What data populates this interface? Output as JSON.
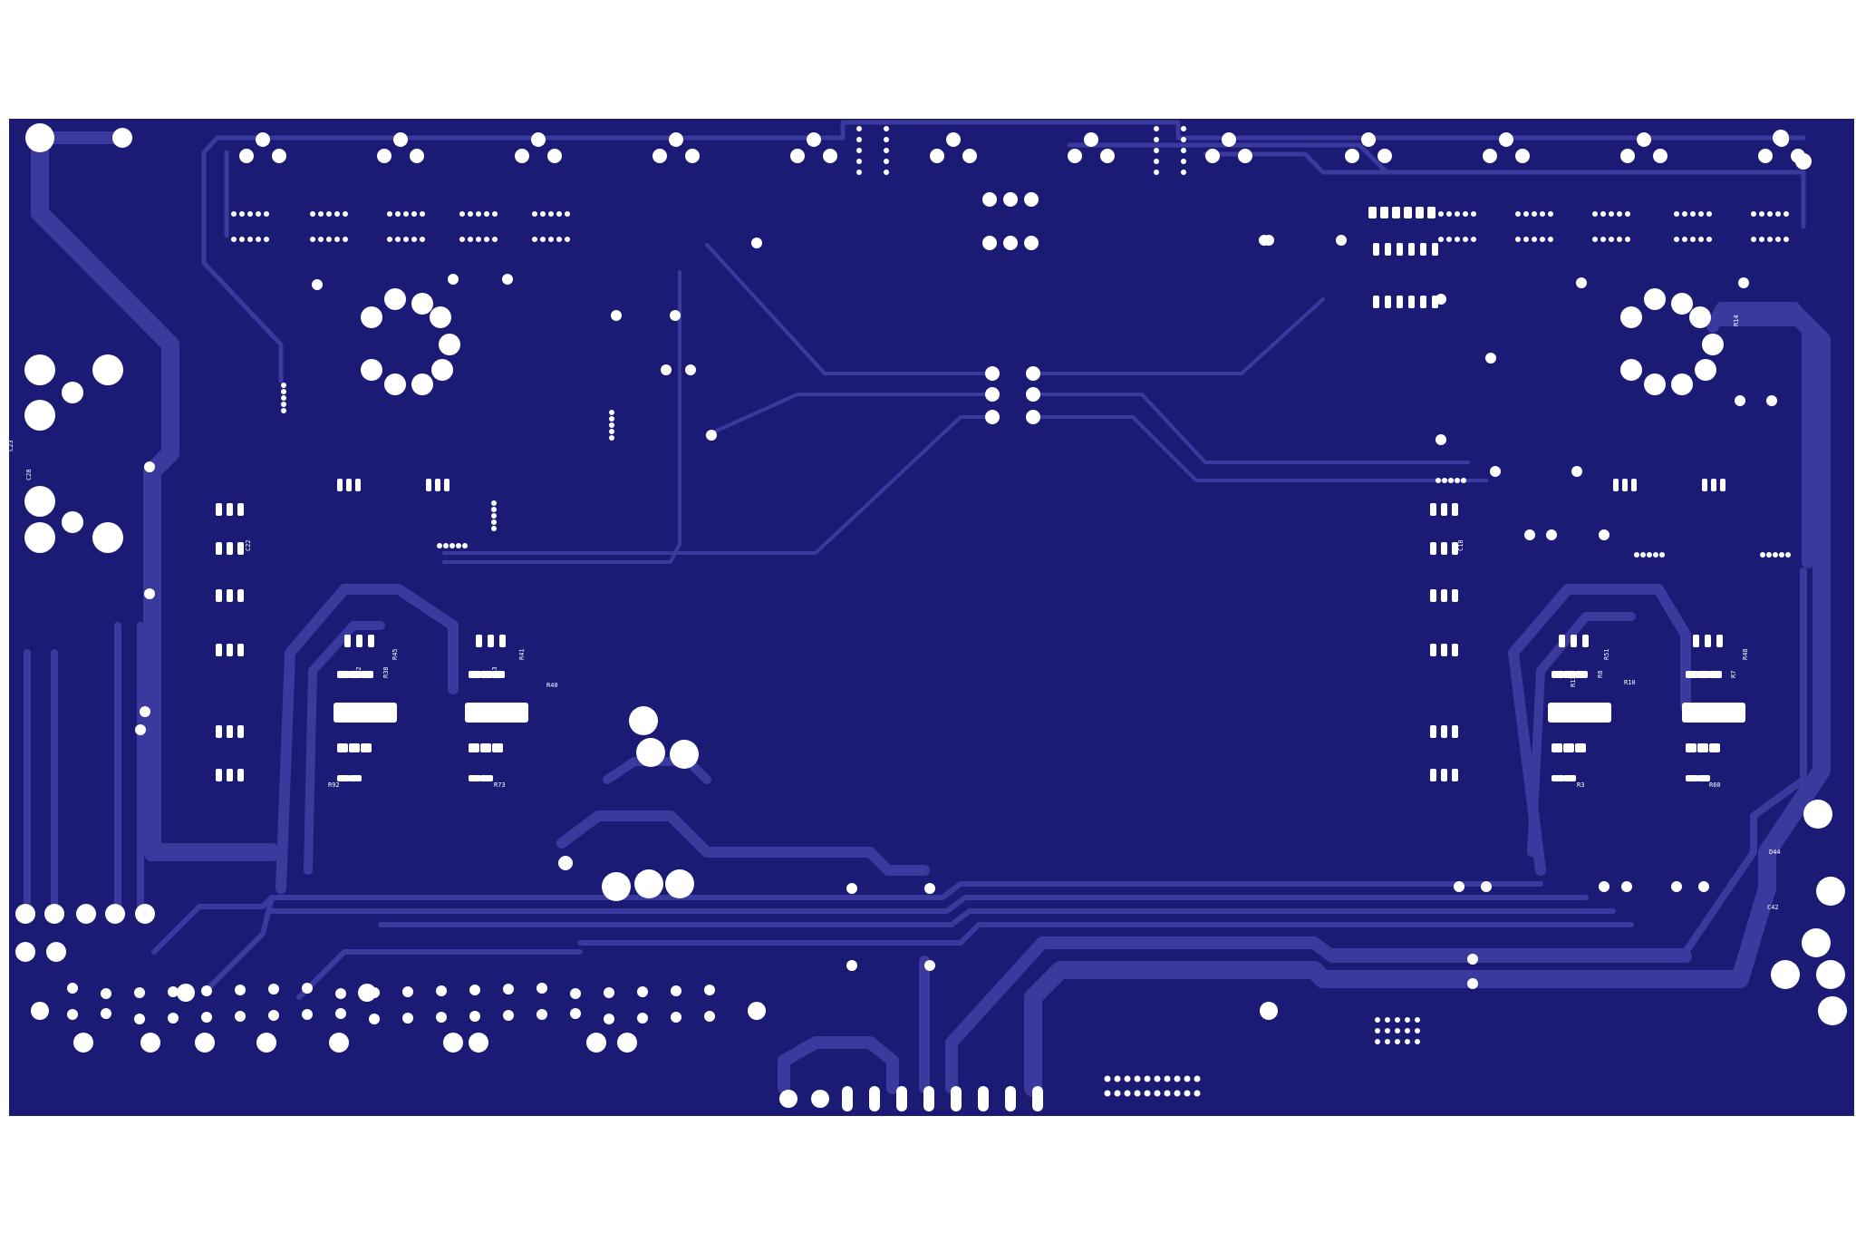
{
  "colors": {
    "background": "#ffffff",
    "board": "#1b1a75",
    "trace": "#3a3a9e",
    "pad": "#ffffff",
    "silkscreen": "#ffffff"
  },
  "labels": {
    "c23": "C23",
    "c28": "C28",
    "c22": "C22",
    "c18": "C18",
    "r42": "R42",
    "r38": "R38",
    "r45": "R45",
    "r43": "R43",
    "r41": "R41",
    "r40": "R40",
    "r92": "R92",
    "r73": "R73",
    "r13": "R13",
    "r8": "R8",
    "r51": "R51",
    "r10": "R10",
    "r7": "R7",
    "r48": "R48",
    "r3": "R3",
    "r60": "R60",
    "d44": "D44",
    "c42": "C42",
    "r14": "R14"
  }
}
